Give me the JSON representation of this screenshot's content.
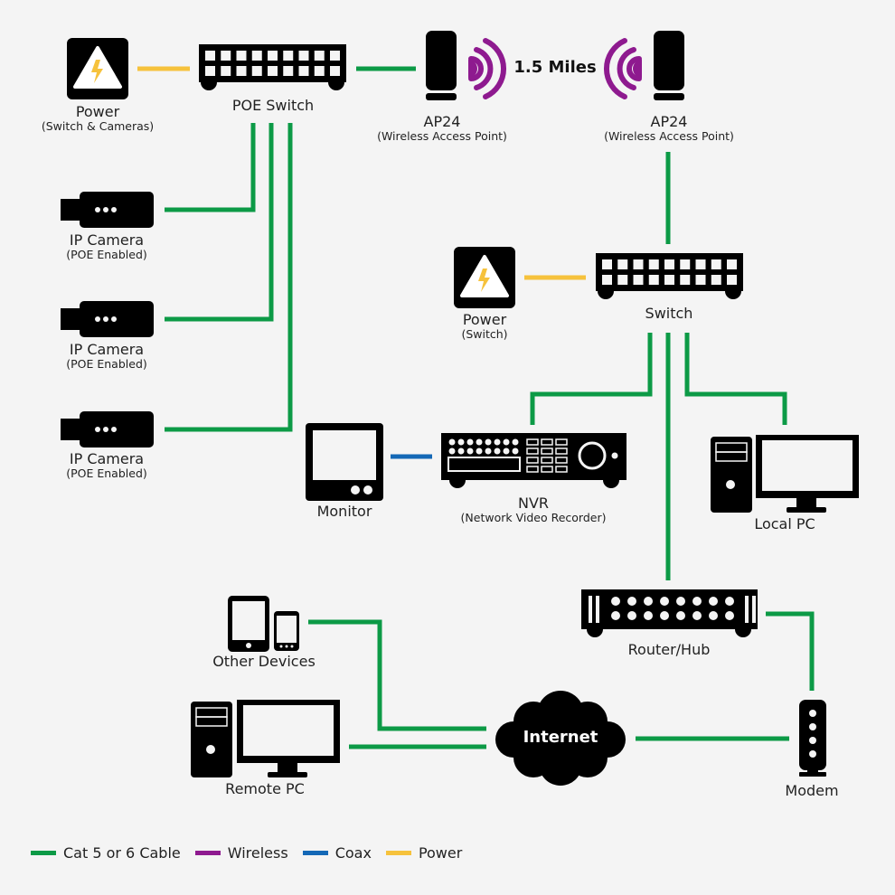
{
  "colors": {
    "cat_cable": "#0c9a46",
    "wireless": "#8e1a8f",
    "coax": "#1468b6",
    "power": "#f6c23c",
    "device": "#000000",
    "background": "#f4f4f4"
  },
  "nodes": {
    "power_main": {
      "title": "Power",
      "subtitle": "(Switch & Cameras)"
    },
    "poe_switch": {
      "title": "POE Switch"
    },
    "ap_left": {
      "title": "AP24",
      "subtitle": "(Wireless Access Point)"
    },
    "ap_right": {
      "title": "AP24",
      "subtitle": "(Wireless Access Point)"
    },
    "distance_label": "1.5 Miles",
    "cameras": [
      {
        "title": "IP Camera",
        "subtitle": "(POE Enabled)"
      },
      {
        "title": "IP Camera",
        "subtitle": "(POE Enabled)"
      },
      {
        "title": "IP Camera",
        "subtitle": "(POE Enabled)"
      }
    ],
    "power_switch": {
      "title": "Power",
      "subtitle": "(Switch)"
    },
    "switch": {
      "title": "Switch"
    },
    "monitor": {
      "title": "Monitor"
    },
    "nvr": {
      "title": "NVR",
      "subtitle": "(Network Video Recorder)"
    },
    "local_pc": {
      "title": "Local PC"
    },
    "router": {
      "title": "Router/Hub"
    },
    "other_devices": {
      "title": "Other Devices"
    },
    "remote_pc": {
      "title": "Remote PC"
    },
    "internet": {
      "title": "Internet"
    },
    "modem": {
      "title": "Modem"
    }
  },
  "legend": [
    {
      "label": "Cat 5 or 6 Cable",
      "color": "#0c9a46"
    },
    {
      "label": "Wireless",
      "color": "#8e1a8f"
    },
    {
      "label": "Coax",
      "color": "#1468b6"
    },
    {
      "label": "Power",
      "color": "#f6c23c"
    }
  ]
}
